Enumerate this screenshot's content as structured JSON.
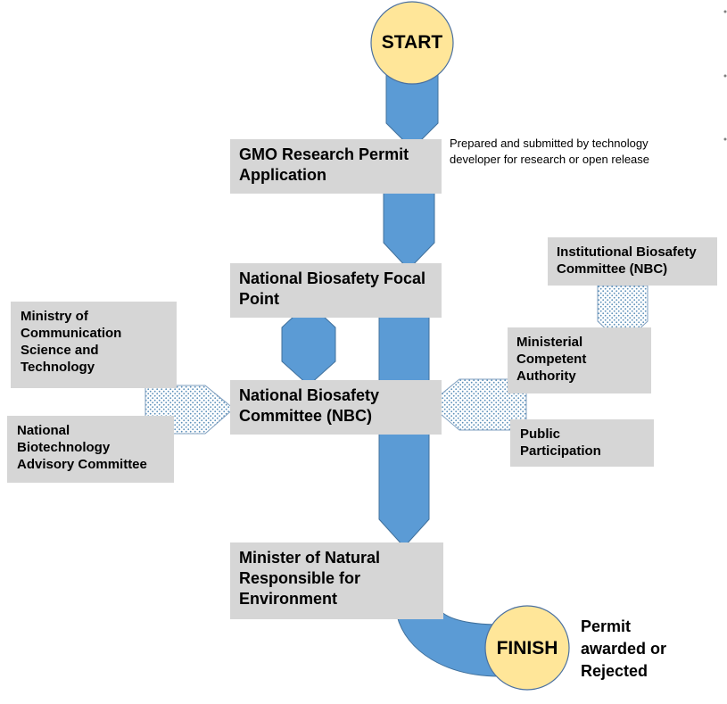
{
  "colors": {
    "arrow_blue": "#5b9bd5",
    "arrow_border": "#41719c",
    "box_gray": "#d6d6d6",
    "circle_fill": "#ffe699",
    "circle_border": "#4a70a0",
    "pattern_dot": "#5b8fb9"
  },
  "start": {
    "label": "START"
  },
  "finish": {
    "label": "FINISH",
    "note": [
      "Permit",
      "awarded or",
      "Rejected"
    ]
  },
  "nodes": {
    "gmo_application": {
      "line1": "GMO Research Permit",
      "line2": "Application"
    },
    "focal_point": {
      "line1": "National Biosafety Focal",
      "line2": "Point"
    },
    "nbc": {
      "line1": "National Biosafety",
      "line2": "Committee (NBC)"
    },
    "minister": {
      "line1": "Minister of Natural",
      "line2": "Responsible for",
      "line3": "Environment"
    },
    "ministry_comm": {
      "line1": "Ministry of",
      "line2": "Communication",
      "line3": "Science and",
      "line4": "Technology"
    },
    "nbac": {
      "line1": "National",
      "line2": "Biotechnology",
      "line3": "Advisory Committee"
    },
    "ibc": {
      "line1": "Institutional Biosafety",
      "line2": "Committee (NBC)"
    },
    "competent_authority": {
      "line1": "Ministerial",
      "line2": "Competent",
      "line3": "Authority"
    },
    "public": {
      "line1": "Public",
      "line2": "Participation"
    }
  },
  "application_note": {
    "line1": "Prepared and submitted by technology",
    "line2": "developer for research or open release"
  }
}
